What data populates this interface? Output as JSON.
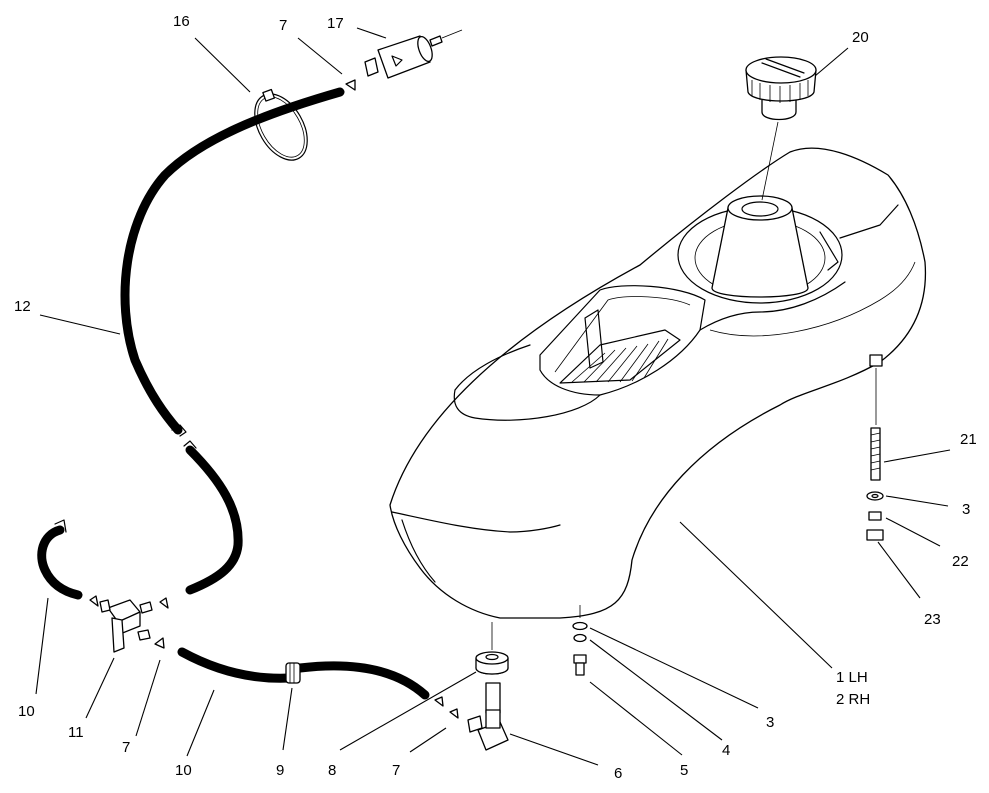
{
  "callouts": {
    "c16": "16",
    "c7_top": "7",
    "c17": "17",
    "c20": "20",
    "c12": "12",
    "c21": "21",
    "c3_right": "3",
    "c22": "22",
    "c23": "23",
    "c1lh": "1 LH",
    "c2rh": "2 RH",
    "c10_left": "10",
    "c11": "11",
    "c7_mid": "7",
    "c10_bottom": "10",
    "c9": "9",
    "c8": "8",
    "c7_bottom": "7",
    "c6": "6",
    "c5": "5",
    "c4": "4",
    "c3_bottom": "3"
  }
}
